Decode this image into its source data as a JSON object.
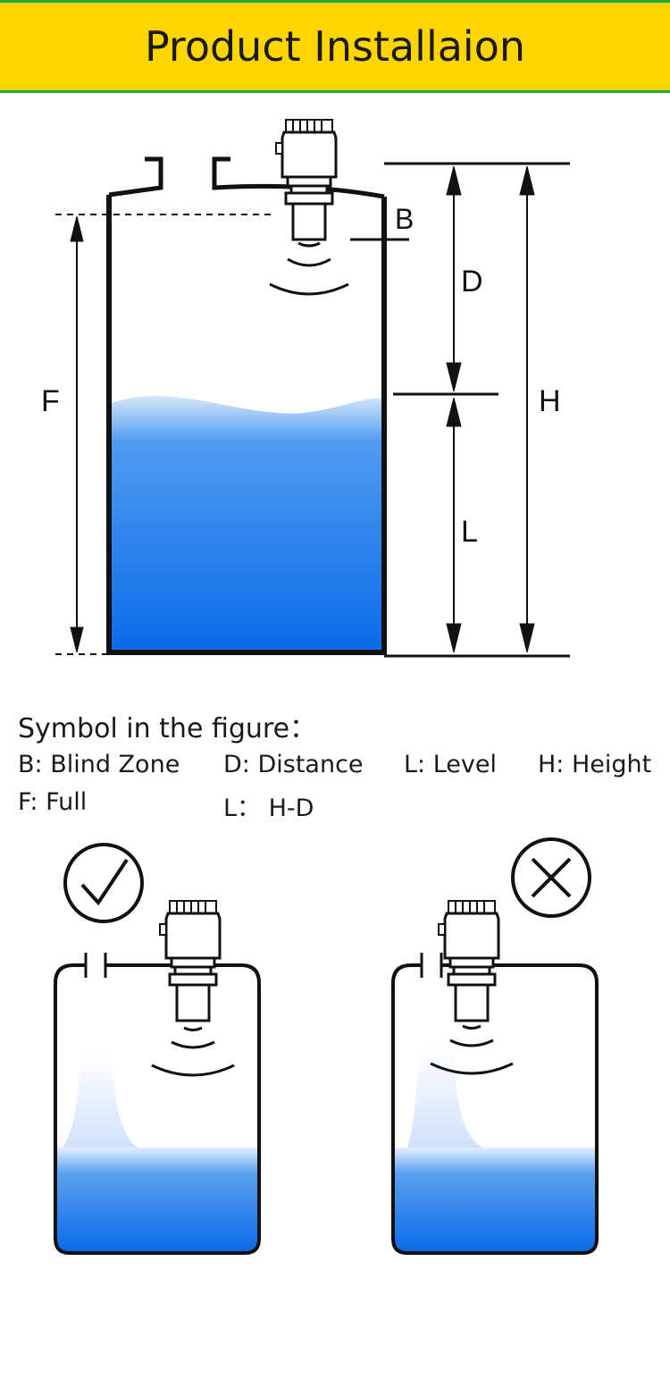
{
  "header": {
    "title": "Product Installaion"
  },
  "diagram": {
    "labels": {
      "B": "B",
      "D": "D",
      "F": "F",
      "H": "H",
      "L": "L"
    }
  },
  "legend": {
    "title": "Symbol in the figure：",
    "items": [
      "B: Blind Zone",
      "D: Distance",
      "L: Level",
      "H: Height",
      "F: Full",
      "L：  H-D"
    ]
  },
  "colors": {
    "banner": "#FFD500",
    "banner_border": "#22a53a",
    "water_top": "#cfe3f8",
    "water_bottom": "#0a6be8"
  },
  "icons": {
    "correct": "check-icon",
    "wrong": "cross-icon"
  }
}
